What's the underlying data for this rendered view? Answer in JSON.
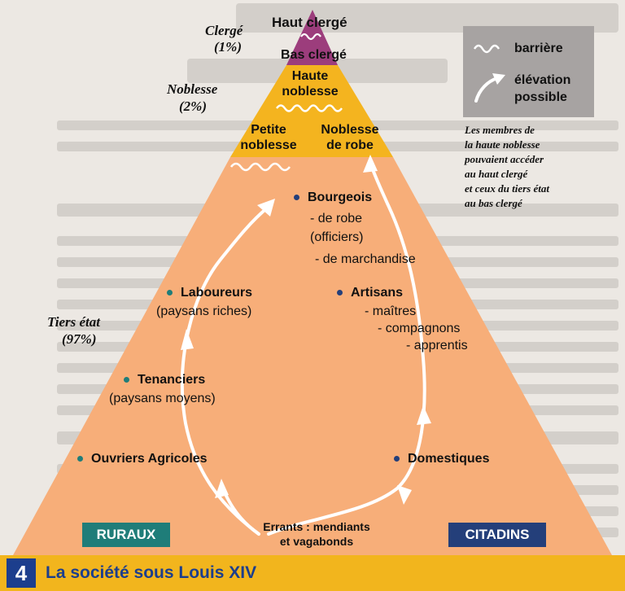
{
  "clergy": {
    "label": "Clergé",
    "pct": "(1%)",
    "high": "Haut clergé",
    "low": "Bas clergé"
  },
  "nobility": {
    "label": "Noblesse",
    "pct": "(2%)",
    "high_line1": "Haute",
    "high_line2": "noblesse",
    "petite_line1": "Petite",
    "petite_line2": "noblesse",
    "robe_line1": "Noblesse",
    "robe_line2": "de robe"
  },
  "third_estate": {
    "label": "Tiers état",
    "pct": "(97%)",
    "bourgeois": "Bourgeois",
    "bourgeois_robe": "- de robe",
    "bourgeois_officiers": "(officiers)",
    "bourgeois_marchandise": "- de marchandise",
    "laboureurs": "Laboureurs",
    "laboureurs_note": "(paysans riches)",
    "artisans": "Artisans",
    "artisans_1": "- maîtres",
    "artisans_2": "- compagnons",
    "artisans_3": "- apprentis",
    "tenanciers": "Tenanciers",
    "tenanciers_note": "(paysans moyens)",
    "ouvriers": "Ouvriers Agricoles",
    "domestiques": "Domestiques",
    "errants_1": "Errants : mendiants",
    "errants_2": "et vagabonds"
  },
  "groups": {
    "ruraux": "RURAUX",
    "citadins": "CITADINS"
  },
  "legend": {
    "barrier": "barrière",
    "elevation_1": "élévation",
    "elevation_2": "possible",
    "note": [
      "Les membres de",
      "la haute noblesse",
      "pouvaient accéder",
      "au haut clergé",
      "et ceux du tiers état",
      "au bas clergé"
    ]
  },
  "caption": {
    "number": "4",
    "title": "La société sous Louis XIV"
  },
  "colors": {
    "tiers": "#f7ae79",
    "noblesse": "#f4b41f",
    "clerge": "#9c3d7c",
    "teal": "#1f7d79",
    "navy": "#243f7a",
    "caption_bar": "#f2b51d",
    "caption_text": "#1c3e8d"
  }
}
